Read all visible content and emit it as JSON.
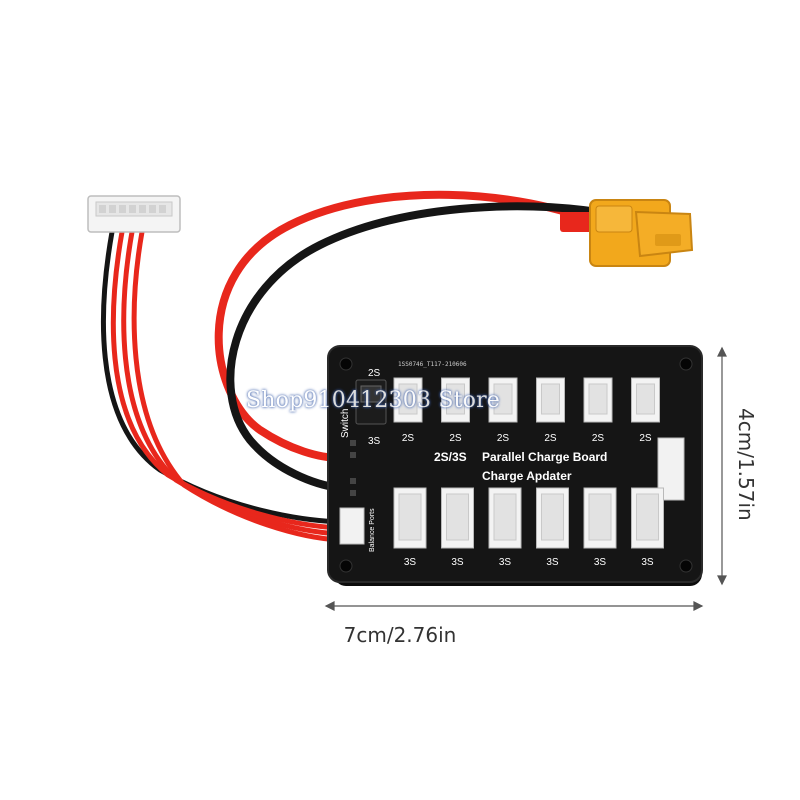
{
  "product": {
    "board_title_line1": "Parallel Charge Board",
    "board_title_line2": "Charge Apdater",
    "mode_label": "2S/3S",
    "switch_label": "Switch",
    "switch_pos_top": "2S",
    "switch_pos_bottom": "3S",
    "balance_ports_label": "Balance Ports",
    "pcb_code": "1SS0746_T117-210606",
    "top_row_port_labels": [
      "2S",
      "2S",
      "2S",
      "2S",
      "2S",
      "2S"
    ],
    "bottom_row_port_labels": [
      "3S",
      "3S",
      "3S",
      "3S",
      "3S",
      "3S"
    ]
  },
  "dimensions": {
    "width_label": "7cm/2.76in",
    "height_label": "4cm/1.57in"
  },
  "watermark": {
    "text": "Shop910412303 Store"
  },
  "colors": {
    "board": "#111111",
    "connector_white": "#f2f2f2",
    "xt60_yellow": "#f2a81c",
    "wire_red": "#e8271c",
    "wire_black": "#151515"
  }
}
